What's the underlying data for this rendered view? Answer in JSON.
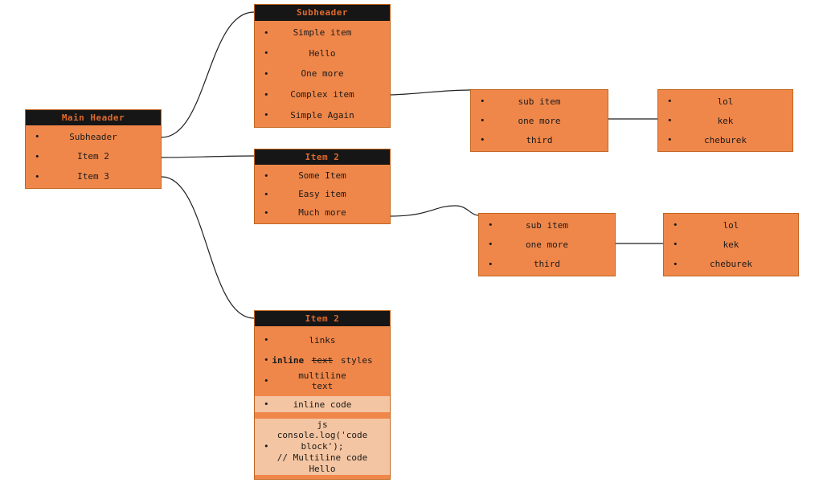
{
  "colors": {
    "background": "#ffffff",
    "node_fill": "#f0874a",
    "node_border": "#c2661f",
    "header_bg": "#161616",
    "header_text": "#de6a2e",
    "body_text": "#1a1a1a",
    "code_bg": "#f4c5a2",
    "connector": "#1f1f1f"
  },
  "bullet_glyph": "•",
  "boxes": {
    "main": {
      "header": "Main Header",
      "items": [
        {
          "text": "Subheader"
        },
        {
          "text": "Item 2"
        },
        {
          "text": "Item 3"
        }
      ]
    },
    "subheader": {
      "header": "Subheader",
      "items": [
        {
          "text": "Simple item"
        },
        {
          "text": "Hello"
        },
        {
          "text": "One more"
        },
        {
          "text": "Complex item"
        },
        {
          "text": "Simple Again"
        }
      ]
    },
    "item2_mid": {
      "header": "Item 2",
      "items": [
        {
          "text": "Some Item"
        },
        {
          "text": "Easy item"
        },
        {
          "text": "Much more"
        }
      ]
    },
    "sub1": {
      "items": [
        {
          "text": "sub item"
        },
        {
          "text": "one more"
        },
        {
          "text": "third"
        }
      ]
    },
    "lol1": {
      "items": [
        {
          "text": "lol"
        },
        {
          "text": "kek"
        },
        {
          "text": "cheburek"
        }
      ]
    },
    "sub2": {
      "items": [
        {
          "text": "sub item"
        },
        {
          "text": "one more"
        },
        {
          "text": "third"
        }
      ]
    },
    "lol2": {
      "items": [
        {
          "text": "lol"
        },
        {
          "text": "kek"
        },
        {
          "text": "cheburek"
        }
      ]
    },
    "item2_bottom": {
      "header": "Item 2",
      "links_item": "links",
      "rich_item": {
        "bold": "inline",
        "strike": "text",
        "normal": "styles"
      },
      "multiline_item": "multiline\ntext",
      "inline_code_item": "inline code",
      "code_block": "js\nconsole.log('code\nblock');\n// Multiline code\nHello"
    }
  }
}
